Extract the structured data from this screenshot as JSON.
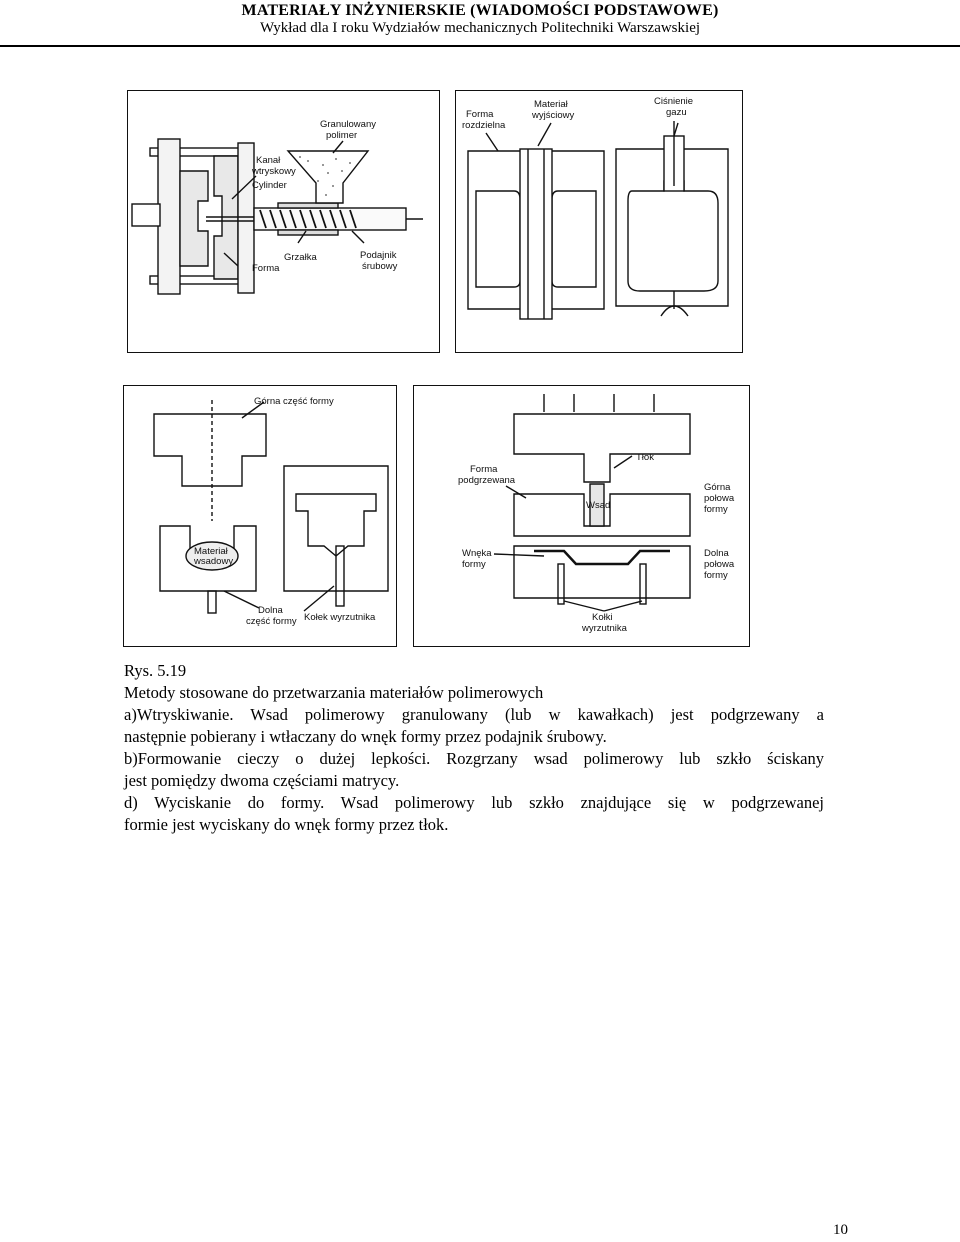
{
  "header": {
    "title": "MATERIAŁY INŻYNIERSKIE (WIADOMOŚCI PODSTAWOWE)",
    "subtitle": "Wykład dla I roku Wydziałów mechanicznych Politechniki Warszawskiej"
  },
  "figure_top_left": {
    "labels": {
      "granulate": [
        "Granulowany",
        "polimer"
      ],
      "channel": [
        "Kanał",
        "wtryskowy"
      ],
      "cylinder": "Cylinder",
      "heater": "Grzałka",
      "mold": "Forma",
      "feeder": [
        "Podajnik",
        "śrubowy"
      ]
    }
  },
  "figure_top_right": {
    "labels": {
      "split_mold": [
        "Forma",
        "rozdzielna"
      ],
      "output_material": [
        "Materiał",
        "wyjściowy"
      ],
      "gas_pressure": [
        "Ciśnienie",
        "gazu"
      ]
    }
  },
  "figure_bottom_left": {
    "labels": {
      "upper_part": "Górna część formy",
      "charge_material": [
        "Materiał",
        "wsadowy"
      ],
      "ejector_pin": "Kołek wyrzutnika",
      "lower_part": [
        "Dolna",
        "część formy"
      ]
    }
  },
  "figure_bottom_right": {
    "labels": {
      "heated_form": [
        "Forma",
        "podgrzewana"
      ],
      "piston": "Tłok",
      "charge": "Wsad",
      "upper_half": [
        "Górna",
        "połowa",
        "formy"
      ],
      "cavity": [
        "Wnęka",
        "formy"
      ],
      "lower_half": [
        "Dolna",
        "połowa",
        "formy"
      ],
      "ejector_pins": [
        "Kołki",
        "wyrzutnika"
      ]
    }
  },
  "caption": {
    "fig_number": "Rys. 5.19",
    "title": "Metody stosowane do przetwarzania materiałów polimerowych",
    "line_a1": "a)Wtryskiwanie. Wsad polimerowy granulowany (lub w kawałkach) jest podgrzewany a",
    "line_a2": "następnie pobierany i wtłaczany do wnęk formy przez podajnik śrubowy.",
    "line_b1": "b)Formowanie cieczy o dużej lepkości. Rozgrzany wsad polimerowy lub szkło ściskany",
    "line_b2": "jest pomiędzy dwoma częściami matrycy.",
    "line_d1": "d) Wyciskanie do formy. Wsad polimerowy lub szkło znajdujące się w podgrzewanej",
    "line_d2": "formie jest wyciskany do wnęk formy przez tłok."
  },
  "page_number": "10"
}
